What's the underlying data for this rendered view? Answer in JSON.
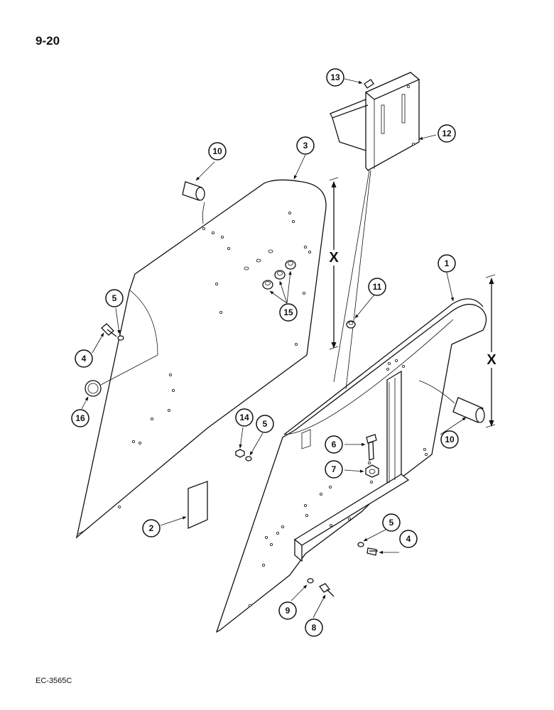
{
  "page": {
    "number": "9-20",
    "figure_code": "EC-3565C"
  },
  "dimension_label": "X",
  "callouts": [
    {
      "id": "c1",
      "number": "1"
    },
    {
      "id": "c2",
      "number": "2"
    },
    {
      "id": "c3",
      "number": "3"
    },
    {
      "id": "c4a",
      "number": "4"
    },
    {
      "id": "c4b",
      "number": "4"
    },
    {
      "id": "c5a",
      "number": "5"
    },
    {
      "id": "c5b",
      "number": "5"
    },
    {
      "id": "c5c",
      "number": "5"
    },
    {
      "id": "c6",
      "number": "6"
    },
    {
      "id": "c7",
      "number": "7"
    },
    {
      "id": "c8",
      "number": "8"
    },
    {
      "id": "c9",
      "number": "9"
    },
    {
      "id": "c10a",
      "number": "10"
    },
    {
      "id": "c10b",
      "number": "10"
    },
    {
      "id": "c11",
      "number": "11"
    },
    {
      "id": "c12",
      "number": "12"
    },
    {
      "id": "c13",
      "number": "13"
    },
    {
      "id": "c14",
      "number": "14"
    },
    {
      "id": "c15",
      "number": "15"
    },
    {
      "id": "c16",
      "number": "16"
    }
  ]
}
